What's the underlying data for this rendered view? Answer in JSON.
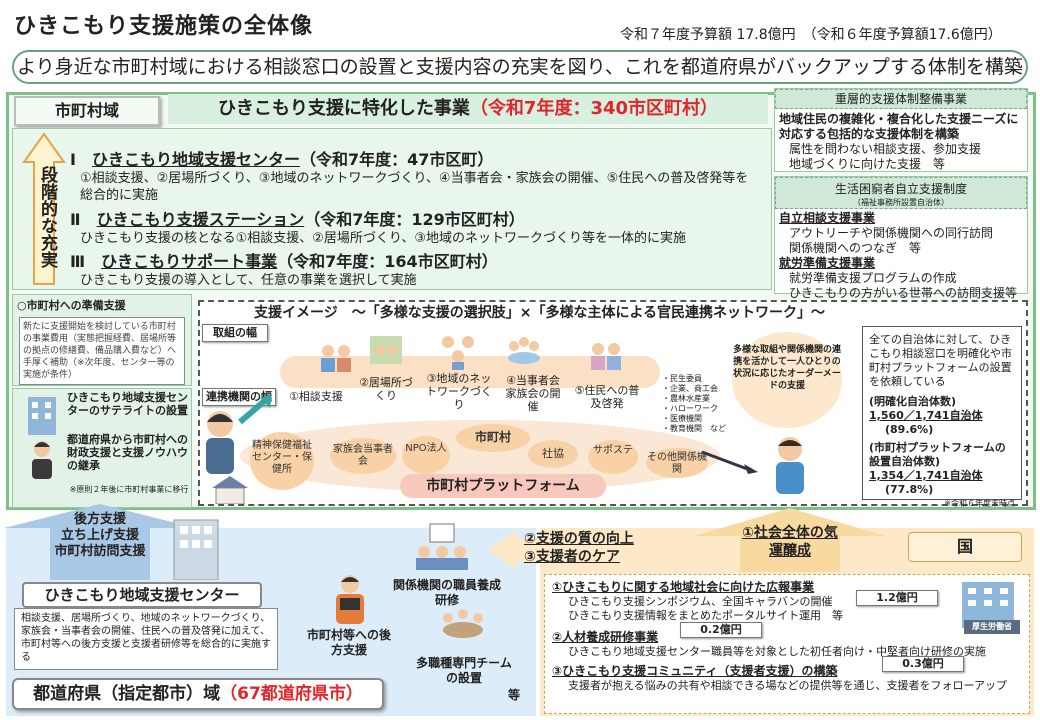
{
  "header": {
    "title": "ひきこもり支援施策の全体像",
    "budget": "令和７年度予算額 17.8億円　（令和６年度予算額17.6億円）",
    "banner": "より身近な市町村域における相談窓口の設置と支援内容の充実を図り、これを都道府県がバックアップする体制を構築"
  },
  "municipal": {
    "tab": "市町村域",
    "band_text": "ひきこもり支援に特化した事業",
    "band_red": "（令和7年度：340市区町村）",
    "stage_label": "段階的な充実",
    "items": [
      {
        "num": "Ⅰ",
        "name": "ひきこもり地域支援センター",
        "count": "（令和7年度：47市区町）",
        "desc": "①相談支援、②居場所づくり、③地域のネットワークづくり、④当事者会・家族会の開催、⑤住民への普及啓発等を総合的に実施"
      },
      {
        "num": "Ⅱ",
        "name": "ひきこもり支援ステーション",
        "count": "（令和7年度：129市区町村）",
        "desc": "ひきこもり支援の核となる①相談支援、②居場所づくり、③地域のネットワークづくり等を一体的に実施"
      },
      {
        "num": "Ⅲ",
        "name": "ひきこもりサポート事業",
        "count": "（令和7年度：164市区町村）",
        "desc": "ひきこもり支援の導入として、任意の事業を選択して実施"
      }
    ]
  },
  "right_column": {
    "juusou": {
      "head": "重層的支援体制整備事業",
      "bold": "地域住民の複雑化・複合化した支援ニーズに対応する包括的な支援体制を構築",
      "lines": [
        "属性を問わない相談支援、参加支援",
        "地域づくりに向けた支援　等"
      ]
    },
    "seikatsu": {
      "head": "生活困窮者自立支援制度",
      "sub": "（福祉事務所設置自治体）",
      "b1": "自立相談支援事業",
      "b1_lines": [
        "アウトリーチや関係機関への同行訪問",
        "関係機関へのつなぎ　等"
      ],
      "b2": "就労準備支援事業",
      "b2_lines": [
        "就労準備支援プログラムの作成",
        "ひきこもりの方がいる世帯への訪問支援等"
      ]
    }
  },
  "prep": {
    "title": "○市町村への準備支援",
    "body": "新たに支援開始を検討している市町村の事業費用（実態把握経費、居場所等の拠点の修繕費、備品購入費など）へ手厚く補助（※次年度、センター等の実施が条件）"
  },
  "satellite": {
    "text1": "ひきこもり地域支援センターのサテライトの設置",
    "text2": "都道府県から市町村への財政支援と支援ノウハウの継承",
    "note": "※原則２年後に市町村事業に移行"
  },
  "image_section": {
    "title": "支援イメージ　～「多様な支援の選択肢」×「多様な主体による官民連携ネットワーク」～",
    "tab_range": "取組の幅",
    "tab_link": "連携機関の幅",
    "choices": [
      "①相談支援",
      "②居場所づくり",
      "③地域のネットワークづくり",
      "④当事者会家族会の開催",
      "⑤住民への普及啓発"
    ],
    "others": [
      "・民生委員",
      "・企業、商工会",
      "・農林水産業",
      "・ハローワーク",
      "・医療機関",
      "・教育機関　など"
    ],
    "partners": [
      "精神保健福祉センター・保健所",
      "家族会当事者会",
      "NPO法人",
      "市町村",
      "社協",
      "サポステ",
      "その他関係機関"
    ],
    "platform": "市町村プラットフォーム",
    "speech": "多様な取組や関係機関の連携を活かして一人ひとりの状況に応じたオーダーメードの支援",
    "stats": {
      "intro": "全ての自治体に対して、ひきこもり相談窓口を明確化や市町村プラットフォームの設置を依頼している",
      "h1": "(明確化自治体数)",
      "v1": "1,560／1,741自治体",
      "p1": "(89.6%)",
      "h2": "(市町村プラットフォームの設置自治体数)",
      "v2": "1,354／1,741自治体",
      "p2": "(77.8%)",
      "note": "※令和６年度末時点"
    }
  },
  "prefecture": {
    "back_support": "後方支援",
    "startup": "立ち上げ支援\n市町村訪問支援",
    "center": "ひきこもり地域支援センター",
    "center_desc": "相談支援、居場所づくり、地域のネットワークづくり、家族会・当事者会の開催、住民への普及啓発に加えて、市町村等への後方支援と支援者研修等を総合的に実施する",
    "training": "関係機関の職員養成研修",
    "backup": "市町村等への後方支援",
    "team": "多職種専門チームの設置",
    "etc": "等",
    "label": "都道府県（指定都市）域",
    "label_red": "（67都道府県市）"
  },
  "national": {
    "arrow1": "②支援の質の向上",
    "arrow2": "③支援者のケア",
    "arrow3": "①社会全体の気運醸成",
    "label": "国",
    "ministry": "厚生労働省",
    "items": [
      {
        "h": "①ひきこもりに関する地域社会に向けた広報事業",
        "d": [
          "ひきこもり支援シンポジウム、全国キャラバンの開催",
          "ひきこもり支援情報をまとめたポータルサイト運用　等"
        ],
        "price": "1.2億円"
      },
      {
        "h": "②人材養成研修事業",
        "d": [
          "ひきこもり地域支援センター職員等を対象とした初任者向け・中堅者向け研修の実施"
        ],
        "price": "0.2億円"
      },
      {
        "h": "③ひきこもり支援コミュニティ（支援者支援）の構築",
        "d": [
          "支援者が抱える悩みの共有や相談できる場などの提供等を通じ、支援者をフォローアップ"
        ],
        "price": "0.3億円"
      }
    ]
  }
}
